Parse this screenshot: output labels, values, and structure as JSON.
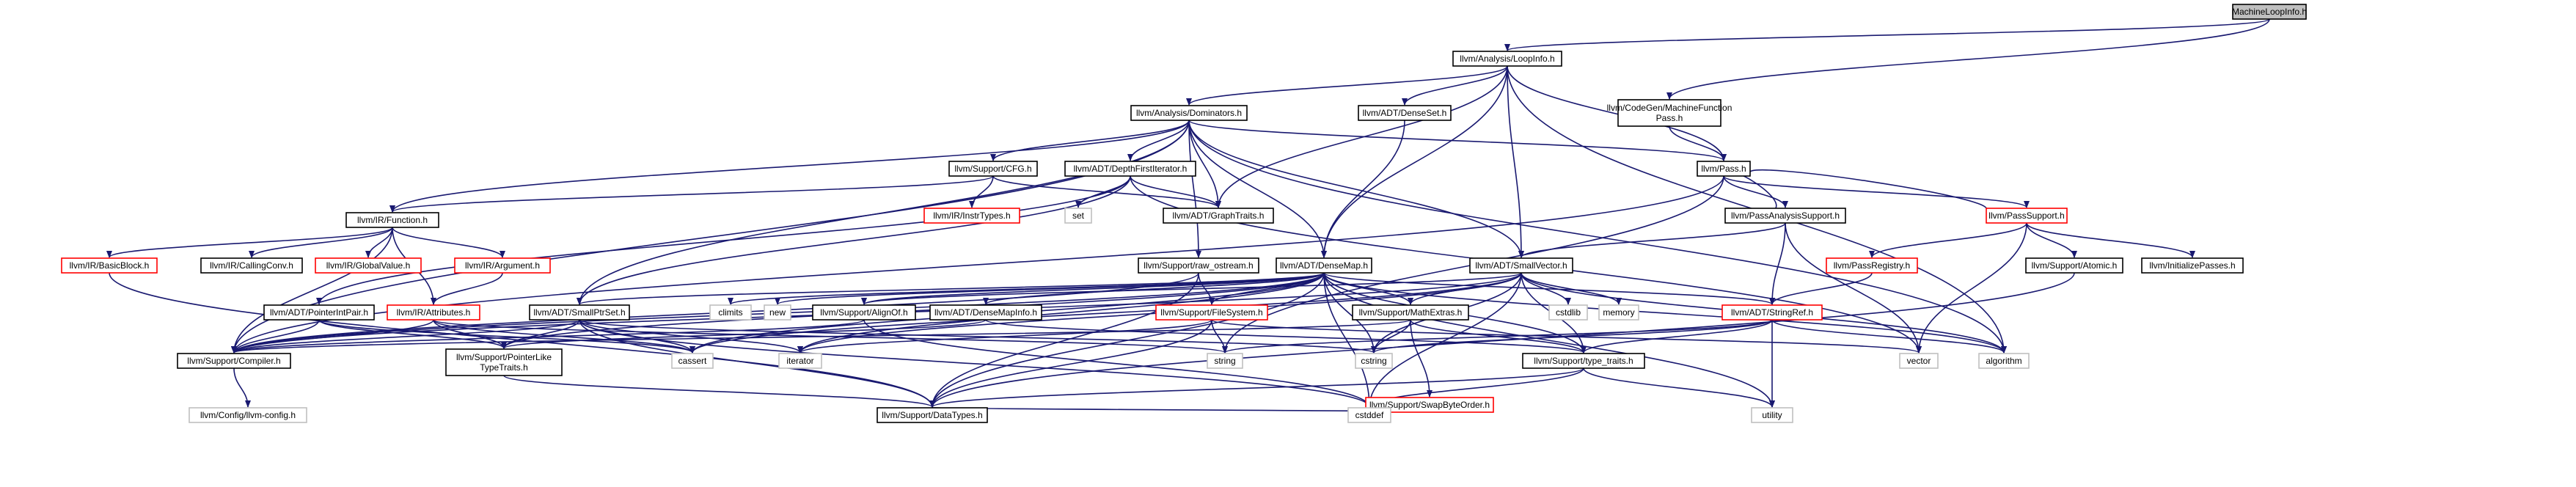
{
  "graph": {
    "root": "MachineLoopInfo.h",
    "colors": {
      "edge": "#191970",
      "border_normal": "#000000",
      "border_missing_docs": "#ff0000",
      "border_system_header": "#bfbfbf",
      "root_fill": "#bfbfbf"
    },
    "nodes": [
      {
        "id": "mli",
        "kind": "root",
        "lines": [
          "MachineLoopInfo.h"
        ]
      },
      {
        "id": "loopinfo",
        "kind": "normal",
        "lines": [
          "llvm/Analysis/LoopInfo.h"
        ]
      },
      {
        "id": "dominators",
        "kind": "normal",
        "lines": [
          "llvm/Analysis/Dominators.h"
        ]
      },
      {
        "id": "densesetH",
        "kind": "normal",
        "lines": [
          "llvm/ADT/DenseSet.h"
        ]
      },
      {
        "id": "mfpass",
        "kind": "normal",
        "lines": [
          "llvm/CodeGen/MachineFunction",
          "Pass.h"
        ]
      },
      {
        "id": "cfg",
        "kind": "normal",
        "lines": [
          "llvm/Support/CFG.h"
        ]
      },
      {
        "id": "dfi",
        "kind": "normal",
        "lines": [
          "llvm/ADT/DepthFirstIterator.h"
        ]
      },
      {
        "id": "pass",
        "kind": "normal",
        "lines": [
          "llvm/Pass.h"
        ]
      },
      {
        "id": "instrtypes",
        "kind": "red",
        "lines": [
          "llvm/IR/InstrTypes.h"
        ]
      },
      {
        "id": "set",
        "kind": "gray",
        "lines": [
          "set"
        ]
      },
      {
        "id": "graphtraits",
        "kind": "normal",
        "lines": [
          "llvm/ADT/GraphTraits.h"
        ]
      },
      {
        "id": "function",
        "kind": "normal",
        "lines": [
          "llvm/IR/Function.h"
        ]
      },
      {
        "id": "pas",
        "kind": "normal",
        "lines": [
          "llvm/PassAnalysisSupport.h"
        ]
      },
      {
        "id": "passsupport",
        "kind": "red",
        "lines": [
          "llvm/PassSupport.h"
        ]
      },
      {
        "id": "basicblock",
        "kind": "red",
        "lines": [
          "llvm/IR/BasicBlock.h"
        ]
      },
      {
        "id": "callingconv",
        "kind": "normal",
        "lines": [
          "llvm/IR/CallingConv.h"
        ]
      },
      {
        "id": "globalvalue",
        "kind": "red",
        "lines": [
          "llvm/IR/GlobalValue.h"
        ]
      },
      {
        "id": "argument",
        "kind": "red",
        "lines": [
          "llvm/IR/Argument.h"
        ]
      },
      {
        "id": "rawostream",
        "kind": "normal",
        "lines": [
          "llvm/Support/raw_ostream.h"
        ]
      },
      {
        "id": "densemap",
        "kind": "normal",
        "lines": [
          "llvm/ADT/DenseMap.h"
        ]
      },
      {
        "id": "smallvector",
        "kind": "normal",
        "lines": [
          "llvm/ADT/SmallVector.h"
        ]
      },
      {
        "id": "passregistry",
        "kind": "red",
        "lines": [
          "llvm/PassRegistry.h"
        ]
      },
      {
        "id": "atomic",
        "kind": "normal",
        "lines": [
          "llvm/Support/Atomic.h"
        ]
      },
      {
        "id": "initpasses",
        "kind": "normal",
        "lines": [
          "llvm/InitializePasses.h"
        ]
      },
      {
        "id": "pointerintpair",
        "kind": "normal",
        "lines": [
          "llvm/ADT/PointerIntPair.h"
        ]
      },
      {
        "id": "attributes",
        "kind": "red",
        "lines": [
          "llvm/IR/Attributes.h"
        ]
      },
      {
        "id": "smallptrset",
        "kind": "normal",
        "lines": [
          "llvm/ADT/SmallPtrSet.h"
        ]
      },
      {
        "id": "climits",
        "kind": "gray",
        "lines": [
          "climits"
        ]
      },
      {
        "id": "new",
        "kind": "gray",
        "lines": [
          "new"
        ]
      },
      {
        "id": "alignof",
        "kind": "normal",
        "lines": [
          "llvm/Support/AlignOf.h"
        ]
      },
      {
        "id": "densemapinfo",
        "kind": "normal",
        "lines": [
          "llvm/ADT/DenseMapInfo.h"
        ]
      },
      {
        "id": "filesystem",
        "kind": "red",
        "lines": [
          "llvm/Support/FileSystem.h"
        ]
      },
      {
        "id": "mathextras",
        "kind": "normal",
        "lines": [
          "llvm/Support/MathExtras.h"
        ]
      },
      {
        "id": "cstdlib",
        "kind": "gray",
        "lines": [
          "cstdlib"
        ]
      },
      {
        "id": "memory",
        "kind": "gray",
        "lines": [
          "memory"
        ]
      },
      {
        "id": "stringref",
        "kind": "red",
        "lines": [
          "llvm/ADT/StringRef.h"
        ]
      },
      {
        "id": "compiler",
        "kind": "normal",
        "lines": [
          "llvm/Support/Compiler.h"
        ]
      },
      {
        "id": "pointerlike",
        "kind": "normal",
        "lines": [
          "llvm/Support/PointerLike",
          "TypeTraits.h"
        ]
      },
      {
        "id": "cassert",
        "kind": "gray",
        "lines": [
          "cassert"
        ]
      },
      {
        "id": "iterator",
        "kind": "gray",
        "lines": [
          "iterator"
        ]
      },
      {
        "id": "cstring",
        "kind": "gray",
        "lines": [
          "cstring"
        ]
      },
      {
        "id": "string",
        "kind": "gray",
        "lines": [
          "string"
        ]
      },
      {
        "id": "swapbyteorder",
        "kind": "red",
        "lines": [
          "llvm/Support/SwapByteOrder.h"
        ]
      },
      {
        "id": "typetraits",
        "kind": "normal",
        "lines": [
          "llvm/Support/type_traits.h"
        ]
      },
      {
        "id": "vector",
        "kind": "gray",
        "lines": [
          "vector"
        ]
      },
      {
        "id": "algorithm",
        "kind": "gray",
        "lines": [
          "algorithm"
        ]
      },
      {
        "id": "llvmconfig",
        "kind": "gray",
        "lines": [
          "llvm/Config/llvm-config.h"
        ]
      },
      {
        "id": "datatypes",
        "kind": "normal",
        "lines": [
          "llvm/Support/DataTypes.h"
        ]
      },
      {
        "id": "cstddef",
        "kind": "gray",
        "lines": [
          "cstddef"
        ]
      },
      {
        "id": "utility",
        "kind": "gray",
        "lines": [
          "utility"
        ]
      }
    ],
    "edges": [
      [
        "mli",
        "loopinfo"
      ],
      [
        "mli",
        "mfpass"
      ],
      [
        "loopinfo",
        "dominators"
      ],
      [
        "loopinfo",
        "densesetH"
      ],
      [
        "loopinfo",
        "pass"
      ],
      [
        "loopinfo",
        "graphtraits"
      ],
      [
        "loopinfo",
        "densemap"
      ],
      [
        "loopinfo",
        "smallvector"
      ],
      [
        "loopinfo",
        "algorithm"
      ],
      [
        "mfpass",
        "pass"
      ],
      [
        "dominators",
        "cfg"
      ],
      [
        "dominators",
        "dfi"
      ],
      [
        "dominators",
        "pass"
      ],
      [
        "dominators",
        "graphtraits"
      ],
      [
        "dominators",
        "function"
      ],
      [
        "dominators",
        "rawostream"
      ],
      [
        "dominators",
        "densemap"
      ],
      [
        "dominators",
        "smallvector"
      ],
      [
        "dominators",
        "smallptrset"
      ],
      [
        "dominators",
        "compiler"
      ],
      [
        "dominators",
        "algorithm"
      ],
      [
        "densesetH",
        "densemap"
      ],
      [
        "cfg",
        "instrtypes"
      ],
      [
        "cfg",
        "graphtraits"
      ],
      [
        "cfg",
        "function"
      ],
      [
        "dfi",
        "set"
      ],
      [
        "dfi",
        "graphtraits"
      ],
      [
        "dfi",
        "pointerintpair"
      ],
      [
        "dfi",
        "smallptrset"
      ],
      [
        "dfi",
        "vector"
      ],
      [
        "pass",
        "pas"
      ],
      [
        "pass",
        "passsupport"
      ],
      [
        "pass",
        "compiler"
      ],
      [
        "pass",
        "string"
      ],
      [
        "pas",
        "pass"
      ],
      [
        "pas",
        "smallvector"
      ],
      [
        "pas",
        "stringref"
      ],
      [
        "pas",
        "vector"
      ],
      [
        "passsupport",
        "pass"
      ],
      [
        "passsupport",
        "passregistry"
      ],
      [
        "passsupport",
        "atomic"
      ],
      [
        "passsupport",
        "initpasses"
      ],
      [
        "passsupport",
        "vector"
      ],
      [
        "passregistry",
        "stringref"
      ],
      [
        "atomic",
        "datatypes"
      ],
      [
        "function",
        "basicblock"
      ],
      [
        "function",
        "callingconv"
      ],
      [
        "function",
        "globalvalue"
      ],
      [
        "function",
        "argument"
      ],
      [
        "function",
        "attributes"
      ],
      [
        "function",
        "compiler"
      ],
      [
        "argument",
        "attributes"
      ],
      [
        "basicblock",
        "datatypes"
      ],
      [
        "rawostream",
        "filesystem"
      ],
      [
        "rawostream",
        "compiler"
      ],
      [
        "rawostream",
        "datatypes"
      ],
      [
        "densemap",
        "smallptrset"
      ],
      [
        "densemap",
        "climits"
      ],
      [
        "densemap",
        "new"
      ],
      [
        "densemap",
        "alignof"
      ],
      [
        "densemap",
        "densemapinfo"
      ],
      [
        "densemap",
        "filesystem"
      ],
      [
        "densemap",
        "mathextras"
      ],
      [
        "densemap",
        "stringref"
      ],
      [
        "densemap",
        "pointerlike"
      ],
      [
        "densemap",
        "cassert"
      ],
      [
        "densemap",
        "iterator"
      ],
      [
        "densemap",
        "cstring"
      ],
      [
        "densemap",
        "cstddef"
      ],
      [
        "densemap",
        "typetraits"
      ],
      [
        "densemap",
        "compiler"
      ],
      [
        "densemap",
        "algorithm"
      ],
      [
        "densemap",
        "utility"
      ],
      [
        "densemap",
        "datatypes"
      ],
      [
        "smallvector",
        "alignof"
      ],
      [
        "smallvector",
        "mathextras"
      ],
      [
        "smallvector",
        "cstdlib"
      ],
      [
        "smallvector",
        "memory"
      ],
      [
        "smallvector",
        "cassert"
      ],
      [
        "smallvector",
        "iterator"
      ],
      [
        "smallvector",
        "cstring"
      ],
      [
        "smallvector",
        "cstddef"
      ],
      [
        "smallvector",
        "typetraits"
      ],
      [
        "smallvector",
        "compiler"
      ],
      [
        "smallvector",
        "algorithm"
      ],
      [
        "pointerintpair",
        "compiler"
      ],
      [
        "pointerintpair",
        "pointerlike"
      ],
      [
        "pointerintpair",
        "cassert"
      ],
      [
        "attributes",
        "compiler"
      ],
      [
        "attributes",
        "pointerlike"
      ],
      [
        "attributes",
        "cassert"
      ],
      [
        "attributes",
        "string"
      ],
      [
        "smallptrset",
        "compiler"
      ],
      [
        "smallptrset",
        "pointerlike"
      ],
      [
        "smallptrset",
        "cassert"
      ],
      [
        "smallptrset",
        "iterator"
      ],
      [
        "smallptrset",
        "cstring"
      ],
      [
        "smallptrset",
        "cstddef"
      ],
      [
        "smallptrset",
        "datatypes"
      ],
      [
        "alignof",
        "compiler"
      ],
      [
        "alignof",
        "cstddef"
      ],
      [
        "densemapinfo",
        "pointerlike"
      ],
      [
        "densemapinfo",
        "typetraits"
      ],
      [
        "filesystem",
        "datatypes"
      ],
      [
        "filesystem",
        "iterator"
      ],
      [
        "filesystem",
        "string"
      ],
      [
        "filesystem",
        "vector"
      ],
      [
        "mathextras",
        "swapbyteorder"
      ],
      [
        "mathextras",
        "typetraits"
      ],
      [
        "mathextras",
        "compiler"
      ],
      [
        "mathextras",
        "cstring"
      ],
      [
        "swapbyteorder",
        "datatypes"
      ],
      [
        "swapbyteorder",
        "cstddef"
      ],
      [
        "stringref",
        "typetraits"
      ],
      [
        "stringref",
        "string"
      ],
      [
        "stringref",
        "cstring"
      ],
      [
        "stringref",
        "algorithm"
      ],
      [
        "stringref",
        "utility"
      ],
      [
        "typetraits",
        "datatypes"
      ],
      [
        "typetraits",
        "cstddef"
      ],
      [
        "typetraits",
        "utility"
      ],
      [
        "compiler",
        "llvmconfig"
      ],
      [
        "pointerlike",
        "datatypes"
      ]
    ]
  }
}
